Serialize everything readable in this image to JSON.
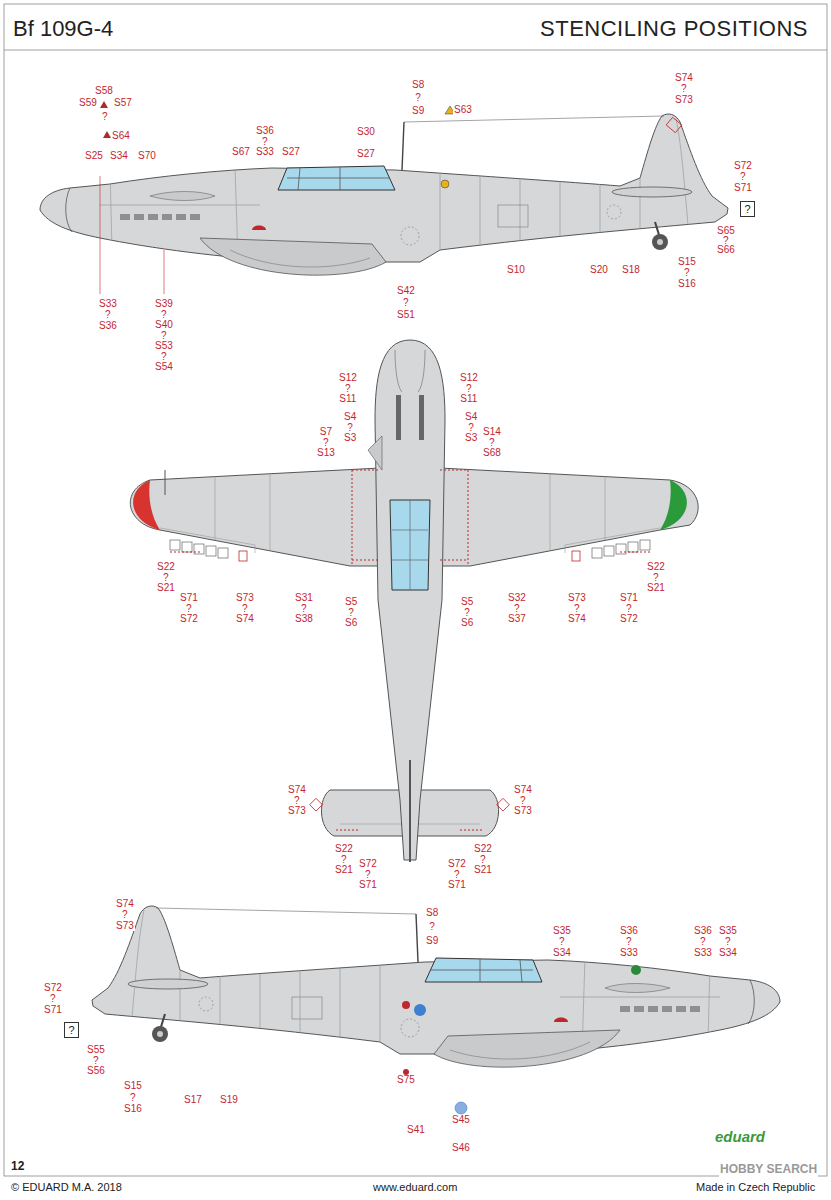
{
  "diagram": {
    "title": "STENCILING POSITIONS",
    "nodes": [
      {
        "text": [
          "?"
        ]
      },
      {
        "text": [
          "?"
        ]
      }
    ],
    "labels": [
      "Bf 109G-4",
      "S58",
      "S59",
      "S57",
      "?",
      "S64",
      "S25",
      "S34",
      "S70",
      "S36 ? S33",
      "S67",
      "S27",
      "S30",
      "S27",
      "S8 ? S9",
      "S63",
      "S74 ? S73",
      "S72 ? S71",
      "S65 ? S66",
      "S15 ? S16",
      "S18",
      "S20",
      "S10",
      "S42 ? S51",
      "S33 ? S36",
      "S39 ? S40 ? S53 ? S54",
      "S12 ? S11",
      "S12 ? S11",
      "S4 ? S3",
      "S4 ? S3",
      "S7 ? S13",
      "S14 ? S68",
      "S22 ? S21",
      "S22 ? S21",
      "S71 ? S72",
      "S73 ? S74",
      "S31 ? S38",
      "S5 ? S6",
      "S5 ? S6",
      "S32 ? S37",
      "S73 ? S74",
      "S71 ? S72",
      "S74 ? S73",
      "S74 ? S73",
      "S22 ? S21",
      "S72 ? S71",
      "S72 ? S71",
      "S22 ? S21",
      "S74 ? S73",
      "S8 ? S9",
      "S35 ? S34",
      "S36 ? S33",
      "S36 ? S33",
      "S35 ? S34",
      "S72 ? S71",
      "S55 ? S56",
      "S15 ? S16",
      "S17",
      "S19",
      "S75",
      "S41",
      "S45",
      "S46",
      "12",
      "© EDUARD M.A. 2018",
      "www.eduard.com",
      "Made in Czech Republic",
      "eduard",
      "HOBBY SEARCH"
    ]
  }
}
